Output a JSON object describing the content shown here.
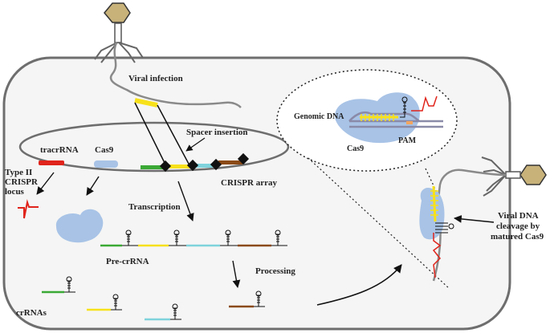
{
  "labels": {
    "viral_infection": "Viral infection",
    "spacer_insertion": "Spacer insertion",
    "tracrrna": "tracrRNA",
    "cas9": "Cas9",
    "type_ii_line1": "Type II",
    "type_ii_line2": "CRISPR",
    "type_ii_line3": "locus",
    "crispr_array": "CRISPR array",
    "transcription": "Transcription",
    "pre_crrna": "Pre-crRNA",
    "processing": "Processing",
    "crrnas": "crRNAs",
    "genomic_dna": "Genomic DNA",
    "cas9_inset": "Cas9",
    "pam": "PAM",
    "viral_cleavage_line1": "Viral DNA",
    "viral_cleavage_line2": "cleavage by",
    "viral_cleavage_line3": "matured Cas9"
  },
  "colors": {
    "tracrrna": "#e0241b",
    "cas9": "#a8c3e6",
    "spacer_green": "#3aa935",
    "spacer_yellow": "#f7e11a",
    "spacer_cyan": "#7fd3dc",
    "spacer_brown": "#8b4a16",
    "dna": "#8a8aa8",
    "cell_border": "#6e6e6e",
    "capsid": "#c8b27a"
  },
  "icons": {
    "phage_top": "bacteriophage-icon",
    "phage_right": "bacteriophage-icon"
  }
}
